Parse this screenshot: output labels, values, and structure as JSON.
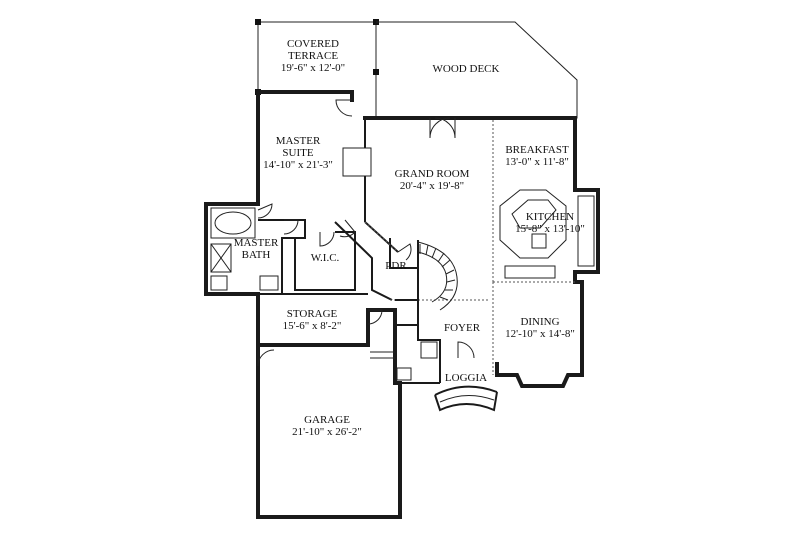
{
  "rooms": {
    "covered_terrace": {
      "name_line1": "COVERED",
      "name_line2": "TERRACE",
      "size": "19'-6\" x 12'-0\""
    },
    "wood_deck": {
      "name": "WOOD DECK"
    },
    "master_suite": {
      "name_line1": "MASTER",
      "name_line2": "SUITE",
      "size": "14'-10\" x 21'-3\""
    },
    "grand_room": {
      "name": "GRAND ROOM",
      "size": "20'-4\" x 19'-8\""
    },
    "breakfast": {
      "name": "BREAKFAST",
      "size": "13'-0\" x 11'-8\""
    },
    "kitchen": {
      "name": "KITCHEN",
      "size": "15'-8\" x 13'-10\""
    },
    "master_bath": {
      "name_line1": "MASTER",
      "name_line2": "BATH"
    },
    "wic": {
      "name": "W.I.C."
    },
    "pdr": {
      "name": "PDR"
    },
    "storage": {
      "name": "STORAGE",
      "size": "15'-6\" x 8'-2\""
    },
    "foyer": {
      "name": "FOYER"
    },
    "dining": {
      "name": "DINING",
      "size": "12'-10\" x 14'-8\""
    },
    "loggia": {
      "name": "LOGGIA"
    },
    "garage": {
      "name": "GARAGE",
      "size": "21'-10\" x 26'-2\""
    }
  }
}
